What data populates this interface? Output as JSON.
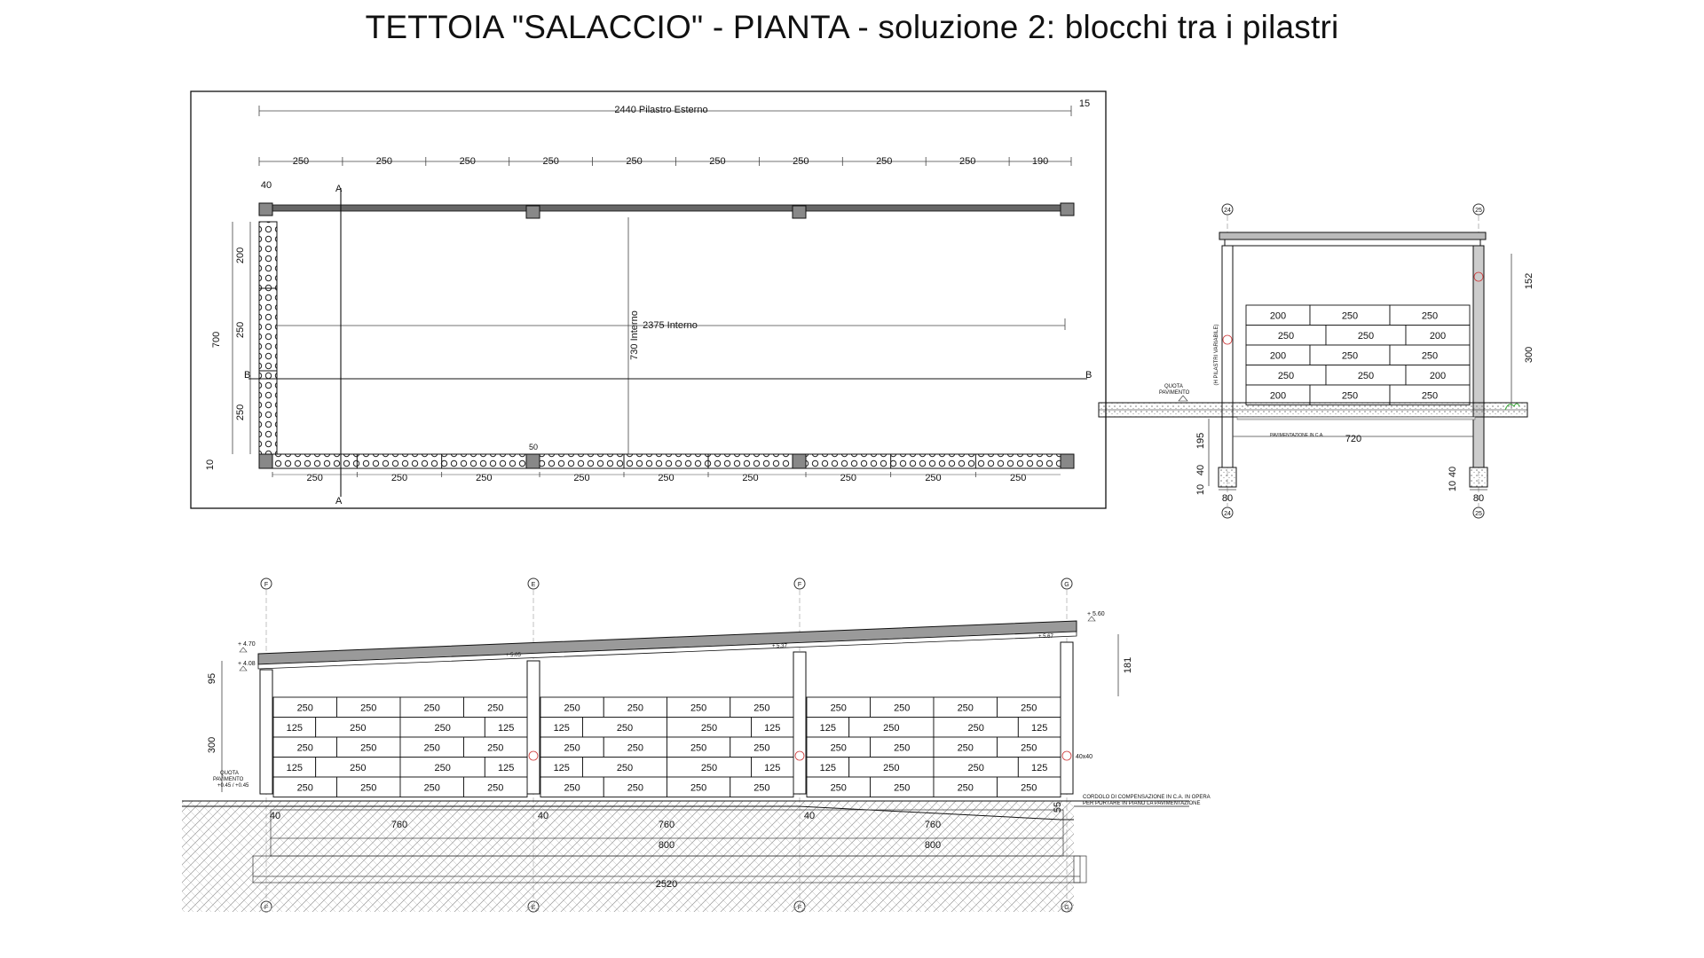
{
  "title": "TETTOIA \"SALACCIO\" - PIANTA - soluzione 2: blocchi tra i pilastri",
  "plan": {
    "overall_label": "2440 Pilastro Esterno",
    "end_dim": "15",
    "top_dims": [
      "250",
      "250",
      "250",
      "250",
      "250",
      "250",
      "250",
      "250",
      "250",
      "190"
    ],
    "corner_dim": "40",
    "left_total": "700",
    "left_dims": [
      "200",
      "250",
      "250"
    ],
    "left_bottom": "10",
    "interior_h": "2375 Interno",
    "interior_v": "730 Interno",
    "gap_dim": "50",
    "bottom_dims": [
      "250",
      "250",
      "250",
      "250",
      "250",
      "250",
      "250",
      "250",
      "250"
    ],
    "section_a": "A",
    "section_b": "B"
  },
  "side_section": {
    "axis_top": [
      "24",
      "25"
    ],
    "axis_bottom": [
      "24",
      "25"
    ],
    "rows": [
      [
        "200",
        "250",
        "250"
      ],
      [
        "250",
        "250",
        "200"
      ],
      [
        "200",
        "250",
        "250"
      ],
      [
        "250",
        "250",
        "200"
      ],
      [
        "200",
        "250",
        "250"
      ]
    ],
    "dim_top": "152",
    "dim_wall": "300",
    "dim_span": "720",
    "dim_depth": "195",
    "dim_foot": "40",
    "dim_foot_base": "10",
    "dim_plinth": "80",
    "label_quota": "QUOTA",
    "label_pav": "PAVIMENTO",
    "label_pav_ca": "PAVIMENTAZIONE IN C.A.",
    "label_pilastri": "(H PILASTRI VARIABILE)"
  },
  "elevation": {
    "axis_labels": [
      "F",
      "E",
      "F",
      "G"
    ],
    "rows": [
      [
        "250",
        "250",
        "250",
        "250",
        "250",
        "250",
        "250",
        "250",
        "250",
        "250",
        "250",
        "250"
      ],
      [
        "125",
        "250",
        "250",
        "125",
        "125",
        "250",
        "250",
        "125",
        "125",
        "250",
        "250",
        "125"
      ],
      [
        "250",
        "250",
        "250",
        "250",
        "250",
        "250",
        "250",
        "250",
        "250",
        "250",
        "250",
        "250"
      ],
      [
        "125",
        "250",
        "250",
        "125",
        "125",
        "250",
        "250",
        "125",
        "125",
        "250",
        "250",
        "125"
      ],
      [
        "250",
        "250",
        "250",
        "250",
        "250",
        "250",
        "250",
        "250",
        "250",
        "250",
        "250",
        "250"
      ]
    ],
    "levels": [
      "+ 4.70",
      "+ 4.08",
      "+ 5.05",
      "+ 5.37",
      "+ 5.67",
      "+ 5.60"
    ],
    "dim_95": "95",
    "dim_300": "300",
    "dim_181": "181",
    "dim_55": "55",
    "dim_40": "40",
    "spans_760": [
      "760",
      "760",
      "760"
    ],
    "spans_800": [
      "800",
      "800"
    ],
    "total": "2520",
    "label_quota": "QUOTA",
    "label_pav": "PAVIMENTO",
    "label_level": "+0.45 / +0.45",
    "note1": "CORDOLO DI COMPENSAZIONE IN C.A. IN OPERA",
    "note2": "PER PORTARE IN PIANO LA PAVIMENTAZIONE",
    "label_4040": "40x40"
  }
}
